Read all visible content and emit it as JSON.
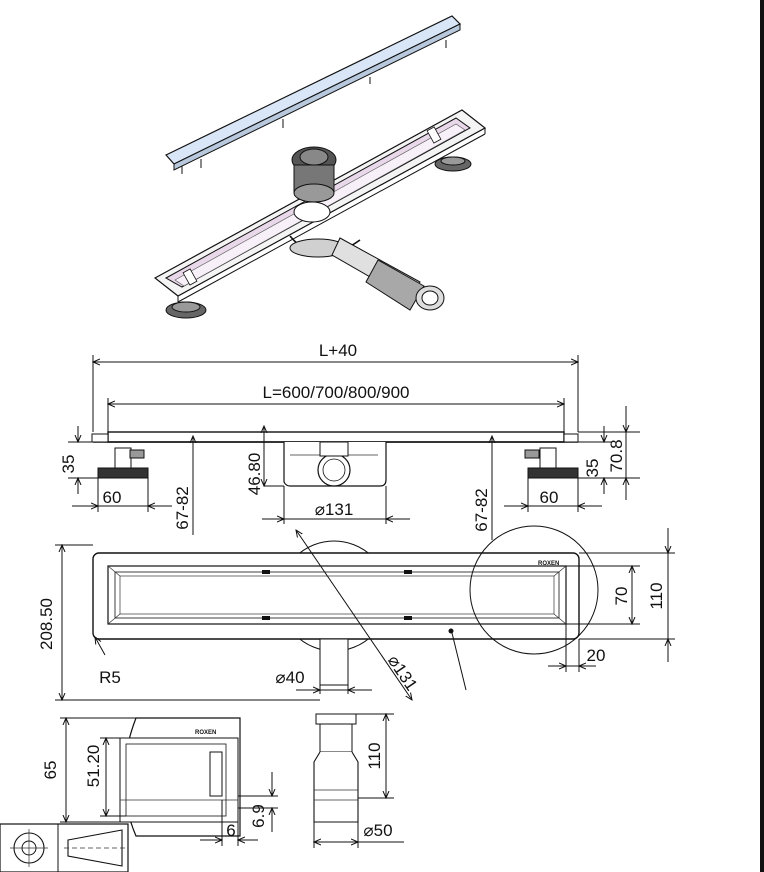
{
  "brand": "ROXEN",
  "colors": {
    "line": "#111111",
    "cover": "#d9e6f7",
    "channel": "#e8d8ea",
    "background": "#ffffff"
  },
  "dims": {
    "total_length": "L+40",
    "length_options": "L=600/700/800/900",
    "foot_height_left": "35",
    "foot_height_right": "35",
    "overall_height": "70.8",
    "outlet_height": "46.80",
    "foot_width_left": "60",
    "foot_width_right": "60",
    "adjust_range_left": "67-82",
    "adjust_range_right": "67-82",
    "body_diameter": "⌀131",
    "plan_width": "208.50",
    "channel_width": "70",
    "body_width": "110",
    "edge_offset": "20",
    "corner_radius": "R5",
    "outlet_diameter": "⌀40",
    "diag_diameter": "⌀131",
    "detail_height": "65",
    "detail_inner": "51.20",
    "detail_gap": "6.9",
    "detail_edge": "6",
    "pipe_length": "110",
    "pipe_diameter": "⌀50"
  }
}
